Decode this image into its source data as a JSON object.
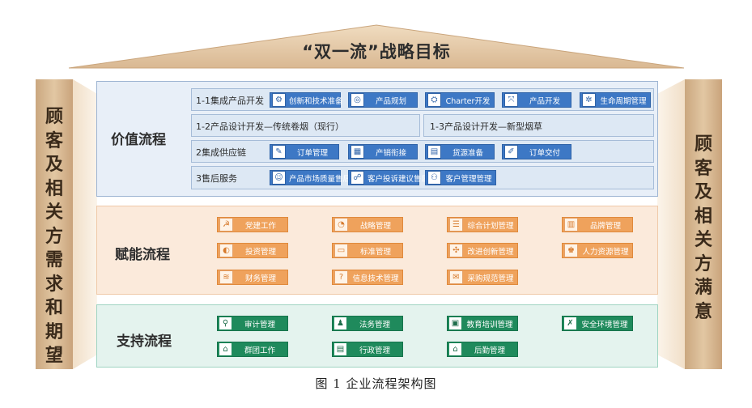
{
  "roof": {
    "title": "“双一流”战略目标"
  },
  "left_pillar": {
    "chars": [
      "顾",
      "客",
      "及",
      "相",
      "关",
      "方",
      "需",
      "求",
      "和",
      "期",
      "望"
    ]
  },
  "right_pillar": {
    "chars": [
      "顾",
      "客",
      "及",
      "相",
      "关",
      "方",
      "满",
      "意"
    ]
  },
  "value_stream": {
    "title": "价值流程",
    "row1": {
      "label": "1-1集成产品开发",
      "items": [
        {
          "label": "创新和技术准备",
          "icon": "innovation-icon",
          "glyph": "⚙"
        },
        {
          "label": "产品规划",
          "icon": "planning-icon",
          "glyph": "◎"
        },
        {
          "label": "Charter开发",
          "icon": "charter-icon",
          "glyph": "⛭"
        },
        {
          "label": "产品开发",
          "icon": "development-icon",
          "glyph": "⤧"
        },
        {
          "label": "生命周期管理",
          "icon": "lifecycle-icon",
          "glyph": "✲"
        }
      ]
    },
    "row2": {
      "left_label": "1-2产品设计开发—传统卷烟（现行）",
      "right_label": "1-3产品设计开发—新型烟草"
    },
    "row3": {
      "label": "2集成供应链",
      "items": [
        {
          "label": "订单管理",
          "icon": "order-icon",
          "glyph": "✎"
        },
        {
          "label": "产销衔接",
          "icon": "production-sales-icon",
          "glyph": "▦"
        },
        {
          "label": "货源准备",
          "icon": "supply-icon",
          "glyph": "▤"
        },
        {
          "label": "订单交付",
          "icon": "delivery-icon",
          "glyph": "✐"
        }
      ]
    },
    "row4": {
      "label": "3售后服务",
      "items": [
        {
          "label": "产品市场质量售后",
          "icon": "market-quality-icon",
          "glyph": "☺"
        },
        {
          "label": "客户投诉建议售后",
          "icon": "complaint-icon",
          "glyph": "☍"
        },
        {
          "label": "客户管理管理",
          "icon": "customer-icon",
          "glyph": "⚇"
        }
      ]
    }
  },
  "enable_stream": {
    "title": "赋能流程",
    "items": [
      {
        "label": "党建工作",
        "icon": "party-icon",
        "glyph": "☭"
      },
      {
        "label": "战略管理",
        "icon": "strategy-icon",
        "glyph": "◔"
      },
      {
        "label": "综合计划管理",
        "icon": "plan-icon",
        "glyph": "☰"
      },
      {
        "label": "品牌管理",
        "icon": "brand-icon",
        "glyph": "▥"
      },
      {
        "label": "投资管理",
        "icon": "investment-icon",
        "glyph": "◐"
      },
      {
        "label": "标准管理",
        "icon": "standard-icon",
        "glyph": "▭"
      },
      {
        "label": "改进创新管理",
        "icon": "improvement-icon",
        "glyph": "✣"
      },
      {
        "label": "人力资源管理",
        "icon": "hr-icon",
        "glyph": "♚"
      },
      {
        "label": "财务管理",
        "icon": "finance-icon",
        "glyph": "≋"
      },
      {
        "label": "信息技术管理",
        "icon": "it-icon",
        "glyph": "?"
      },
      {
        "label": "采购规范管理",
        "icon": "procurement-icon",
        "glyph": "✉"
      }
    ]
  },
  "support_stream": {
    "title": "支持流程",
    "items": [
      {
        "label": "审计管理",
        "icon": "audit-icon",
        "glyph": "⚲"
      },
      {
        "label": "法务管理",
        "icon": "legal-icon",
        "glyph": "♟"
      },
      {
        "label": "教育培训管理",
        "icon": "training-icon",
        "glyph": "▣"
      },
      {
        "label": "安全环境管理",
        "icon": "safety-icon",
        "glyph": "✗"
      },
      {
        "label": "群团工作",
        "icon": "group-icon",
        "glyph": "⌂"
      },
      {
        "label": "行政管理",
        "icon": "admin-icon",
        "glyph": "▤"
      },
      {
        "label": "后勤管理",
        "icon": "logistics-icon",
        "glyph": "⌂"
      }
    ]
  },
  "caption": "图 1  企业流程架构图",
  "colors": {
    "blue": "#3d78c5",
    "orange": "#efa25c",
    "green": "#1f8a5c",
    "pillar": "#d4b48c"
  }
}
